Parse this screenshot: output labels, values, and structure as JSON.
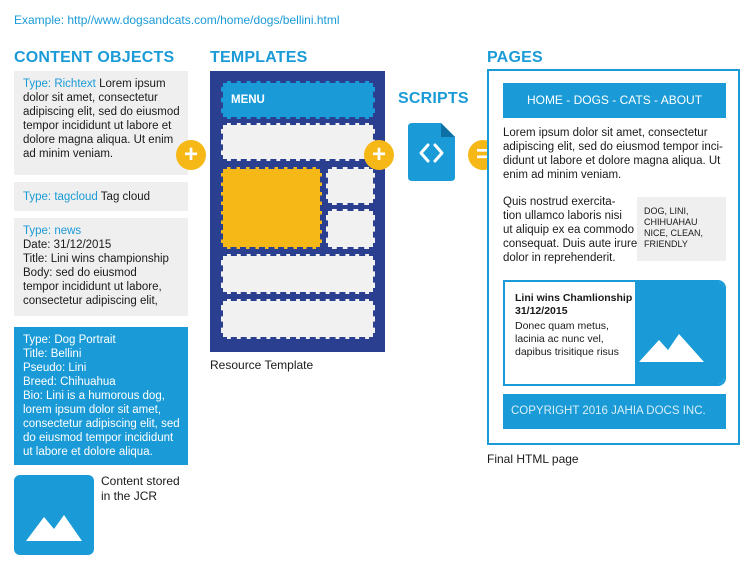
{
  "example": "Example: http//www.dogsandcats.com/home/dogs/bellini.html",
  "content_objects": {
    "heading": "CONTENT OBJECTS",
    "richtext": {
      "type": "Type: Richtext",
      "lines": [
        " Lorem ipsum",
        "dolor sit amet, consectetur",
        "adipiscing elit, sed do eiusmod",
        "tempor incididunt ut labore et",
        "dolore magna aliqua. Ut enim",
        "ad minim veniam."
      ]
    },
    "tagcloud": {
      "type": "Type: tagcloud",
      "text": " Tag cloud"
    },
    "news": {
      "type": "Type: news",
      "lines": [
        "Date: 31/12/2015",
        "Title: Lini wins championship",
        "Body: sed do eiusmod",
        "tempor incididunt ut labore,",
        "consectetur adipiscing elit,"
      ]
    },
    "dog_portrait": {
      "type": "Type: Dog Portrait",
      "lines": [
        "Title: Bellini",
        "Pseudo: Lini",
        "Breed: Chihuahua",
        "Bio: Lini is a humorous dog,",
        "lorem ipsum dolor sit amet,",
        "consectetur adipiscing elit, sed",
        "do eiusmod tempor incididunt",
        "ut labore et dolore aliqua."
      ]
    },
    "jcr_caption_lines": [
      "Content stored",
      "in the JCR"
    ]
  },
  "templates": {
    "heading": "TEMPLATES",
    "menu_label": "MENU",
    "caption": "Resource Template"
  },
  "scripts": {
    "heading": "SCRIPTS",
    "icon": "code-icon",
    "symbol": "< >"
  },
  "operators": {
    "plus": "+",
    "equals": "="
  },
  "pages": {
    "heading": "PAGES",
    "nav": "HOME - DOGS - CATS - ABOUT",
    "intro_lines": [
      "Lorem ipsum dolor sit amet, consectetur",
      "adipiscing elit, sed do eiusmod tempor inci-",
      "didunt ut labore et dolore magna aliqua. Ut",
      "enim ad minim veniam."
    ],
    "body_lines": [
      "Quis nostrud exercita-",
      "tion ullamco laboris nisi",
      "ut aliquip ex ea commodo",
      "consequat. Duis aute irure",
      "dolor in reprehenderit."
    ],
    "tags_lines": [
      "DOG, LINI,",
      "CHIHUAHAU",
      "NICE, CLEAN,",
      "FRIENDLY"
    ],
    "card_title_lines": [
      "Lini wins Chamlionship",
      "31/12/2015"
    ],
    "card_body_lines": [
      "Donec quam metus,",
      "lacinia ac nunc vel,",
      "dapibus trisitique risus"
    ],
    "footer": "COPYRIGHT 2016 JAHIA DOCS INC.",
    "caption": "Final HTML page"
  },
  "colors": {
    "accent_blue": "#1a9bd7",
    "template_navy": "#2a3f8f",
    "yellow": "#f5b817",
    "gray": "#efefef"
  }
}
